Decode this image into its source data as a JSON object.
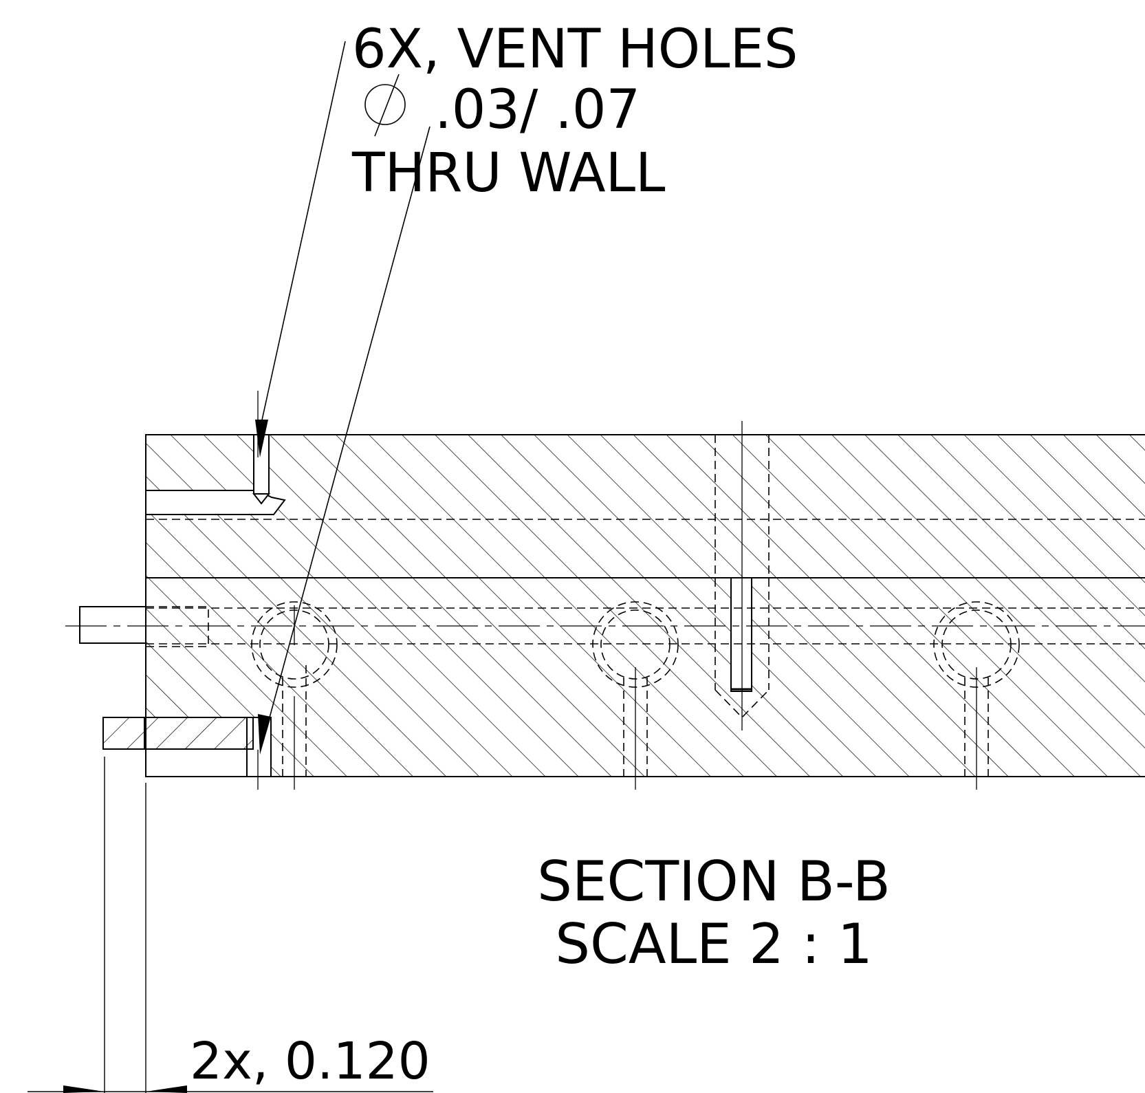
{
  "callout_note": {
    "line1": "6X, VENT HOLES",
    "diameter_symbol": "⌀",
    "line2": ".03/ .07",
    "line3": "THRU WALL"
  },
  "section_label": {
    "title": "SECTION B-B",
    "scale": "SCALE 2 : 1"
  },
  "dimension": {
    "label": "2x, 0.120"
  },
  "colors": {
    "ink": "#000000",
    "paper": "#ffffff"
  }
}
